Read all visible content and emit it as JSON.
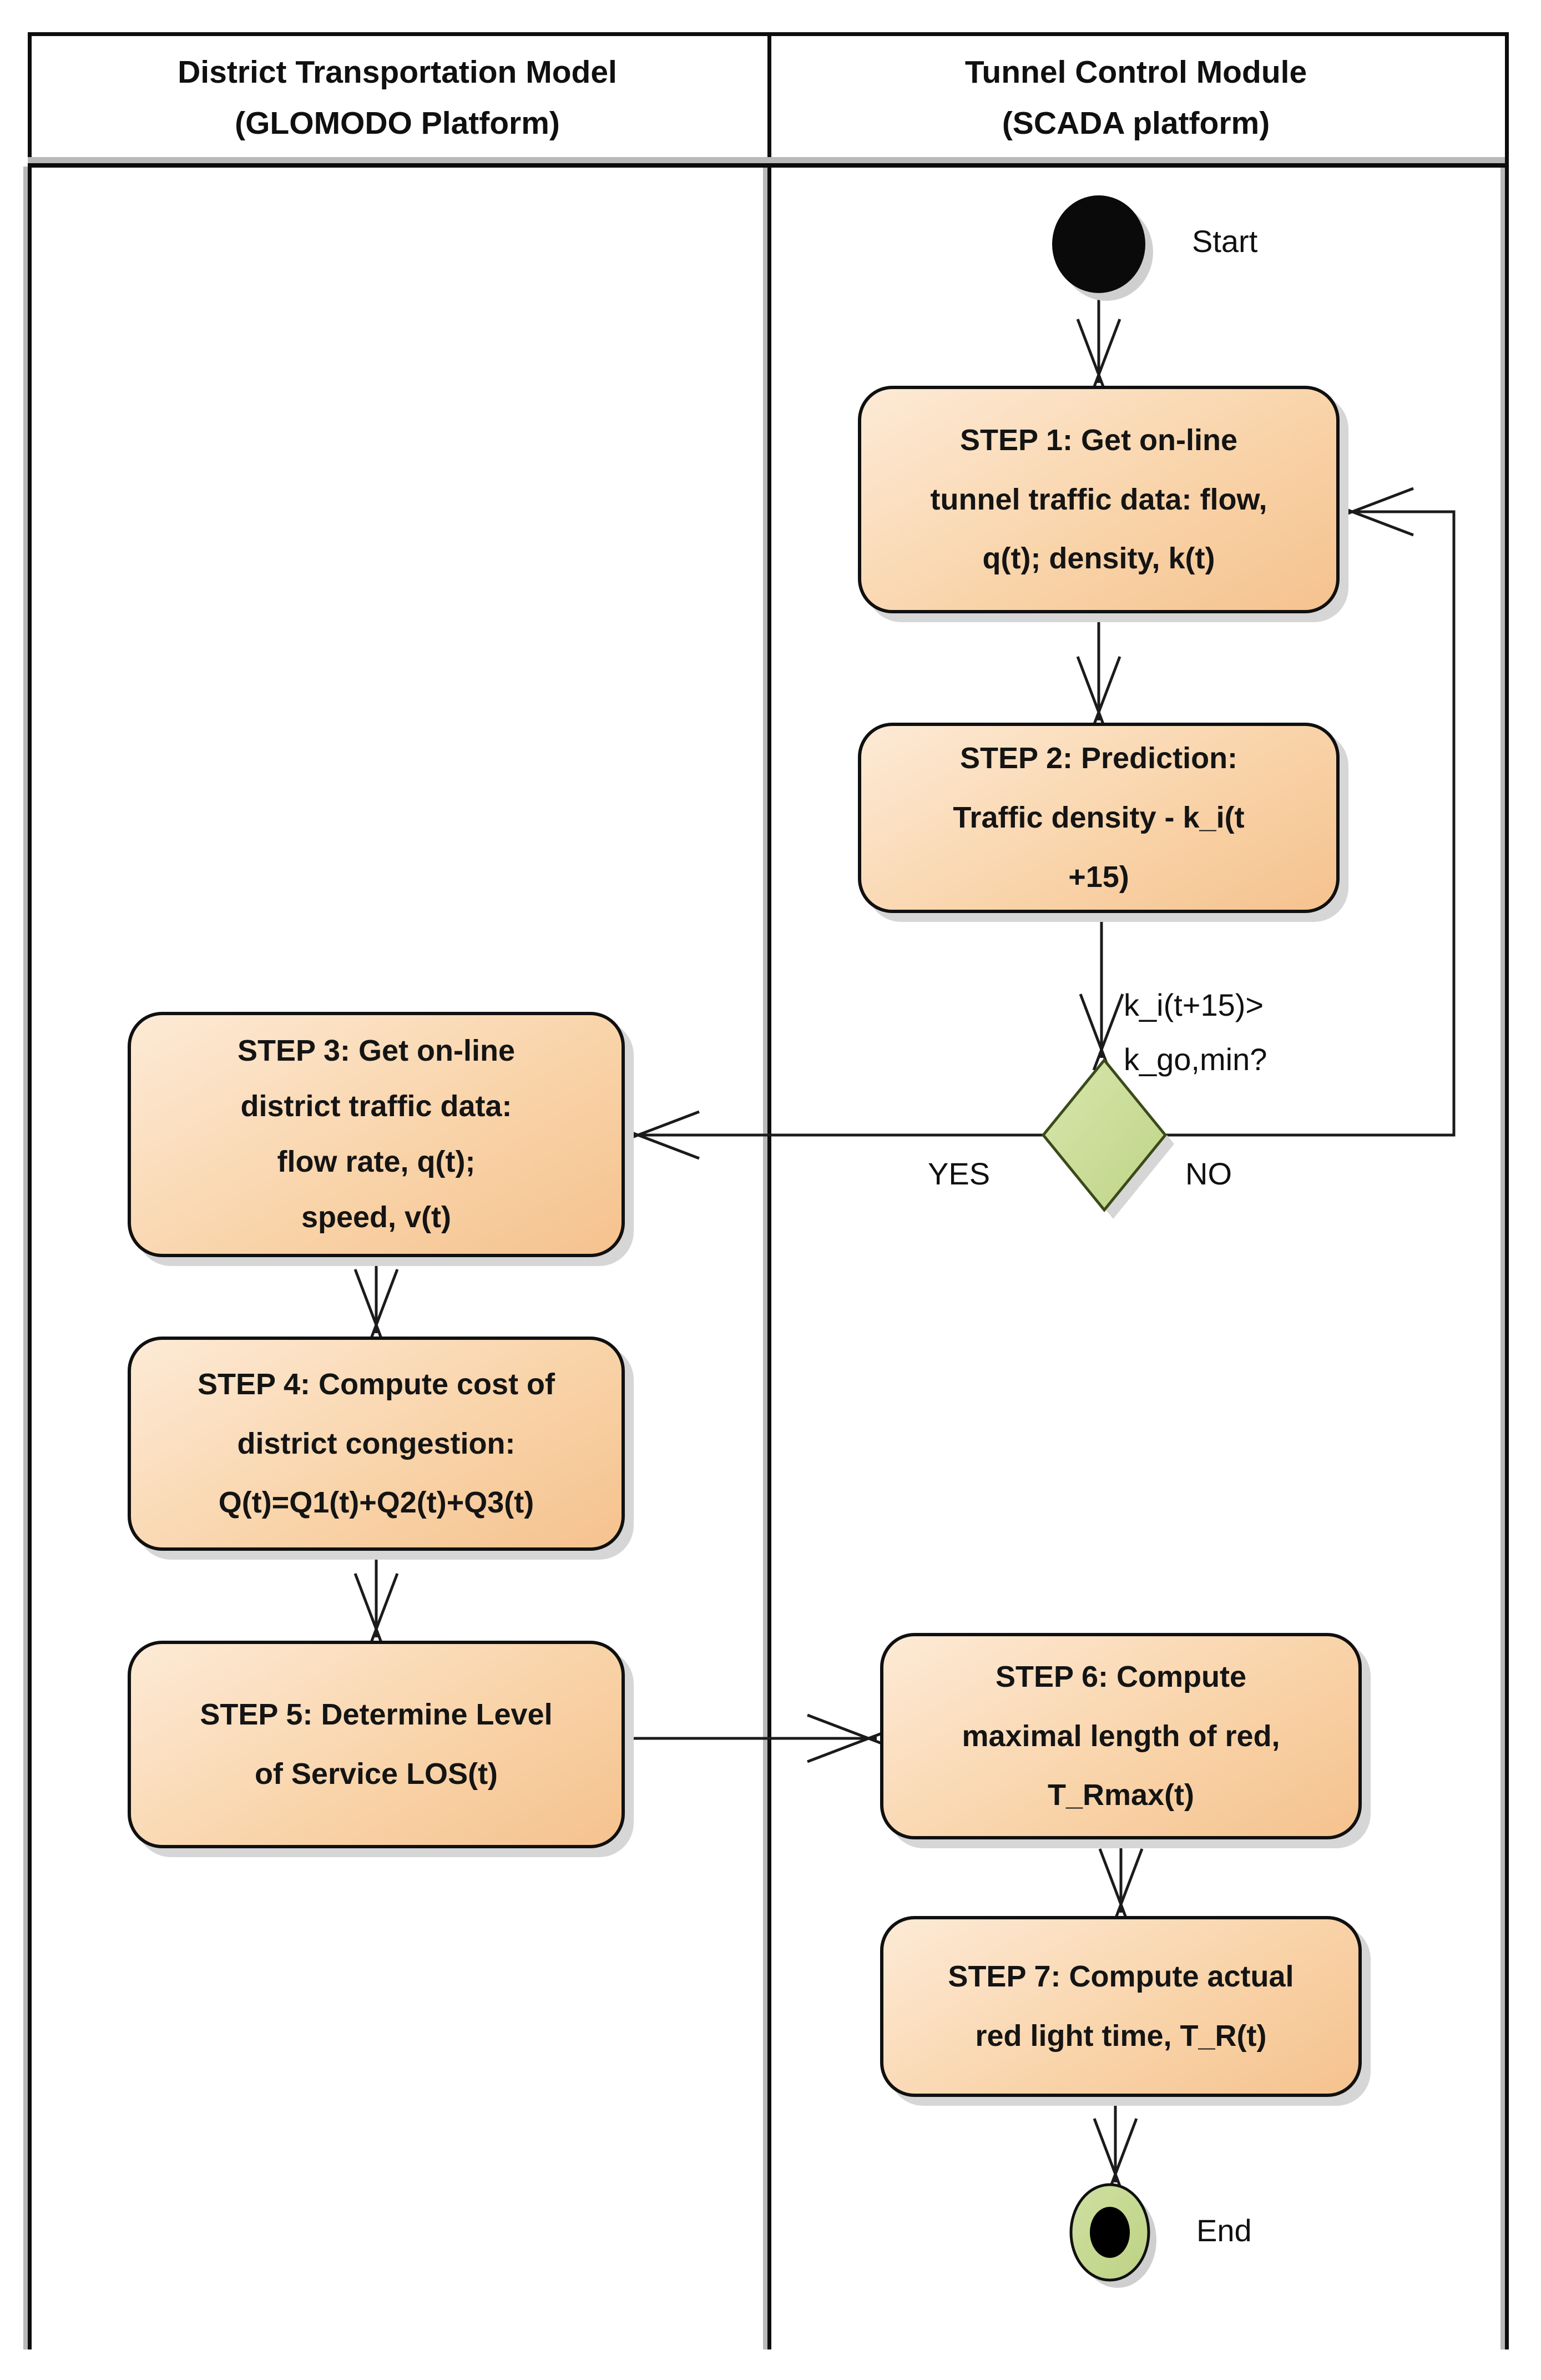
{
  "diagram": {
    "lanes": [
      {
        "title": "District Transportation Model",
        "subtitle": "(GLOMODO Platform)"
      },
      {
        "title": "Tunnel Control Module",
        "subtitle": "(SCADA platform)"
      }
    ],
    "start_label": "Start",
    "end_label": "End",
    "steps": [
      {
        "text": "STEP 1: Get on-line\ntunnel traffic data: flow,\nq(t); density, k(t)"
      },
      {
        "text": "STEP 2: Prediction:\nTraffic density - k_i(t\n+15)"
      },
      {
        "text": "STEP 3: Get on-line\ndistrict traffic data:\nflow rate, q(t);\nspeed, v(t)"
      },
      {
        "text": "STEP 4: Compute cost of\ndistrict congestion:\nQ(t)=Q1(t)+Q2(t)+Q3(t)"
      },
      {
        "text": "STEP 5: Determine Level\nof Service LOS(t)"
      },
      {
        "text": "STEP 6: Compute\nmaximal length of red,\nT_Rmax(t)"
      },
      {
        "text": "STEP 7: Compute actual\nred light time, T_R(t)"
      }
    ],
    "decision": {
      "condition": "k_i(t+15)>\nk_go,min?",
      "yes_label": "YES",
      "no_label": "NO"
    },
    "colors": {
      "box_fill_top": "#fdead6",
      "box_fill_bottom": "#f5c28e",
      "box_border": "#101010",
      "diamond_fill_top": "#d8e6ac",
      "diamond_fill_bottom": "#bed487",
      "diamond_border": "#3b4a1a",
      "start_fill": "#0a0a0a",
      "end_fill": "#c6db96",
      "line": "#1b1b1b",
      "shadow": "#d6d6d6"
    }
  }
}
